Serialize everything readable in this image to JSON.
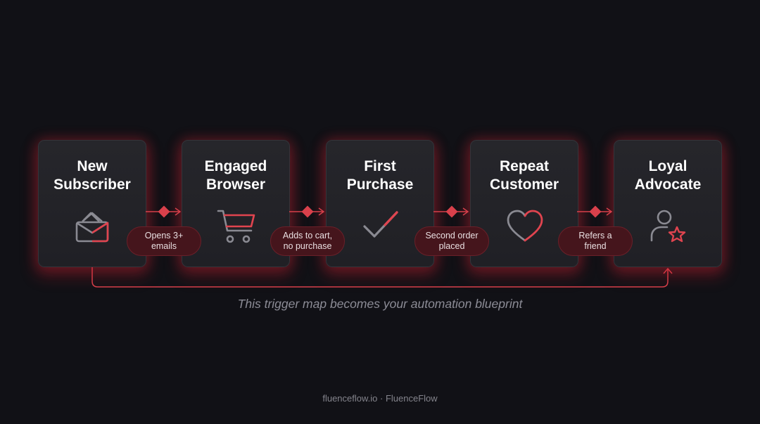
{
  "stages": [
    {
      "title": "New\nSubscriber",
      "icon": "envelope-icon"
    },
    {
      "title": "Engaged\nBrowser",
      "icon": "shopping-cart-icon"
    },
    {
      "title": "First\nPurchase",
      "icon": "checkmark-icon"
    },
    {
      "title": "Repeat\nCustomer",
      "icon": "heart-icon"
    },
    {
      "title": "Loyal\nAdvocate",
      "icon": "user-star-icon"
    }
  ],
  "triggers": [
    {
      "label": "Opens 3+\nemails"
    },
    {
      "label": "Adds to cart,\nno purchase"
    },
    {
      "label": "Second order\nplaced"
    },
    {
      "label": "Refers a\nfriend"
    }
  ],
  "caption": "This trigger map becomes your automation blueprint",
  "footer": "fluenceflow.io · FluenceFlow",
  "colors": {
    "background": "#111116",
    "card": "#222227",
    "accent": "#e0444f",
    "icon_gray": "#8a8a92",
    "pill": "#45151c"
  }
}
